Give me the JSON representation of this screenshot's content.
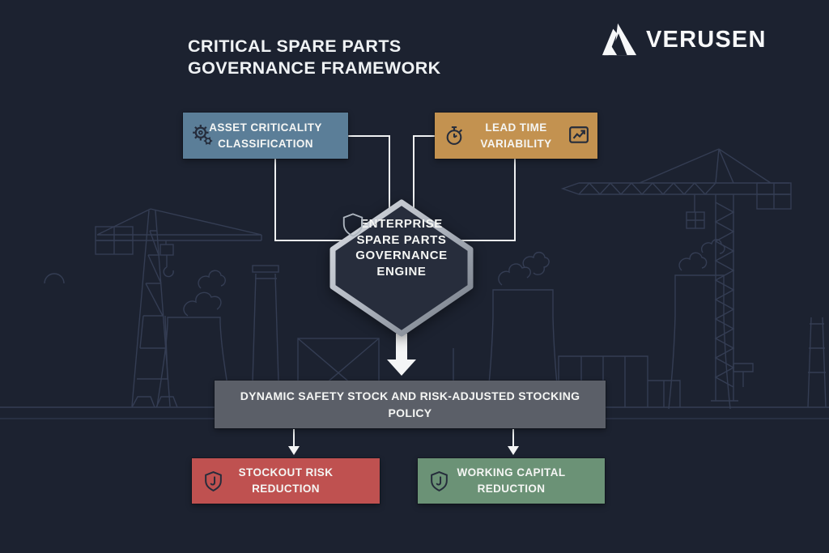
{
  "header": {
    "title_line1": "CRITICAL SPARE PARTS",
    "title_line2": "GOVERNANCE FRAMEWORK",
    "brand": "VERUSEN"
  },
  "input_nodes": {
    "asset_criticality": {
      "line1": "ASSET CRITICALITY",
      "line2": "CLASSIFICATION",
      "color": "#5B7E98",
      "icon": "gears-icon"
    },
    "lead_time": {
      "line1": "LEAD TIME",
      "line2": "VARIABILITY",
      "color": "#C39250",
      "icon_left": "stopwatch-icon",
      "icon_right": "trend-chart-icon"
    }
  },
  "engine_node": {
    "line1": "ENTERPRISE",
    "line2": "SPARE PARTS",
    "line3": "GOVERNANCE",
    "line4": "ENGINE",
    "icon": "shield-icon",
    "fill": "#272D3C"
  },
  "policy_node": {
    "line1": "DYNAMIC SAFETY STOCK AND RISK-ADJUSTED STOCKING",
    "line2": "POLICY",
    "color": "#5B5F68"
  },
  "outcome_nodes": {
    "stockout_risk": {
      "line1": "STOCKOUT RISK",
      "line2": "REDUCTION",
      "color": "#BF5150",
      "icon": "shield-down-arrow-icon"
    },
    "working_capital": {
      "line1": "WORKING CAPITAL",
      "line2": "REDUCTION",
      "color": "#6B9276",
      "icon": "shield-down-arrow-icon"
    }
  },
  "colors": {
    "background": "#1C2230",
    "line_art": "#39425A",
    "connector": "#EFF1F2",
    "text": "#F5F6F4"
  }
}
